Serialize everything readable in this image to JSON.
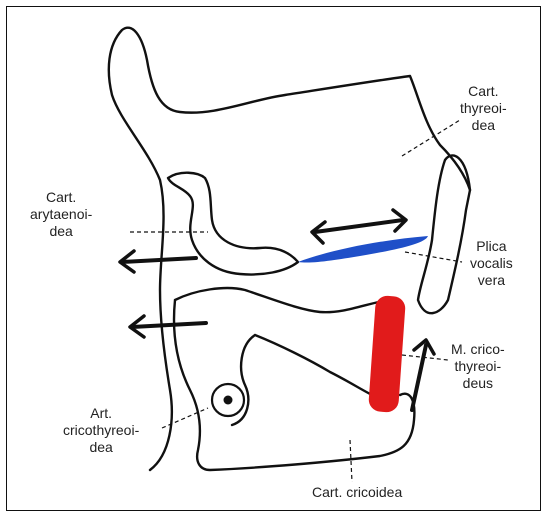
{
  "labels": {
    "cart_thyreoidea": [
      "Cart.",
      "thyreoi-",
      "dea"
    ],
    "cart_arytaenoidea": [
      "Cart.",
      "arytaenoi-",
      "dea"
    ],
    "plica_vocalis_vera": [
      "Plica",
      "vocalis",
      "vera"
    ],
    "m_cricothyreoideus": [
      "M. crico-",
      "thyreoi-",
      "deus"
    ],
    "art_cricothyreoidea": [
      "Art.",
      "cricothyreoi-",
      "dea"
    ],
    "cart_cricoidea": "Cart. cricoidea"
  },
  "colors": {
    "vocal_fold": "#1f4fc8",
    "muscle": "#e11b1b",
    "outline": "#111111"
  }
}
